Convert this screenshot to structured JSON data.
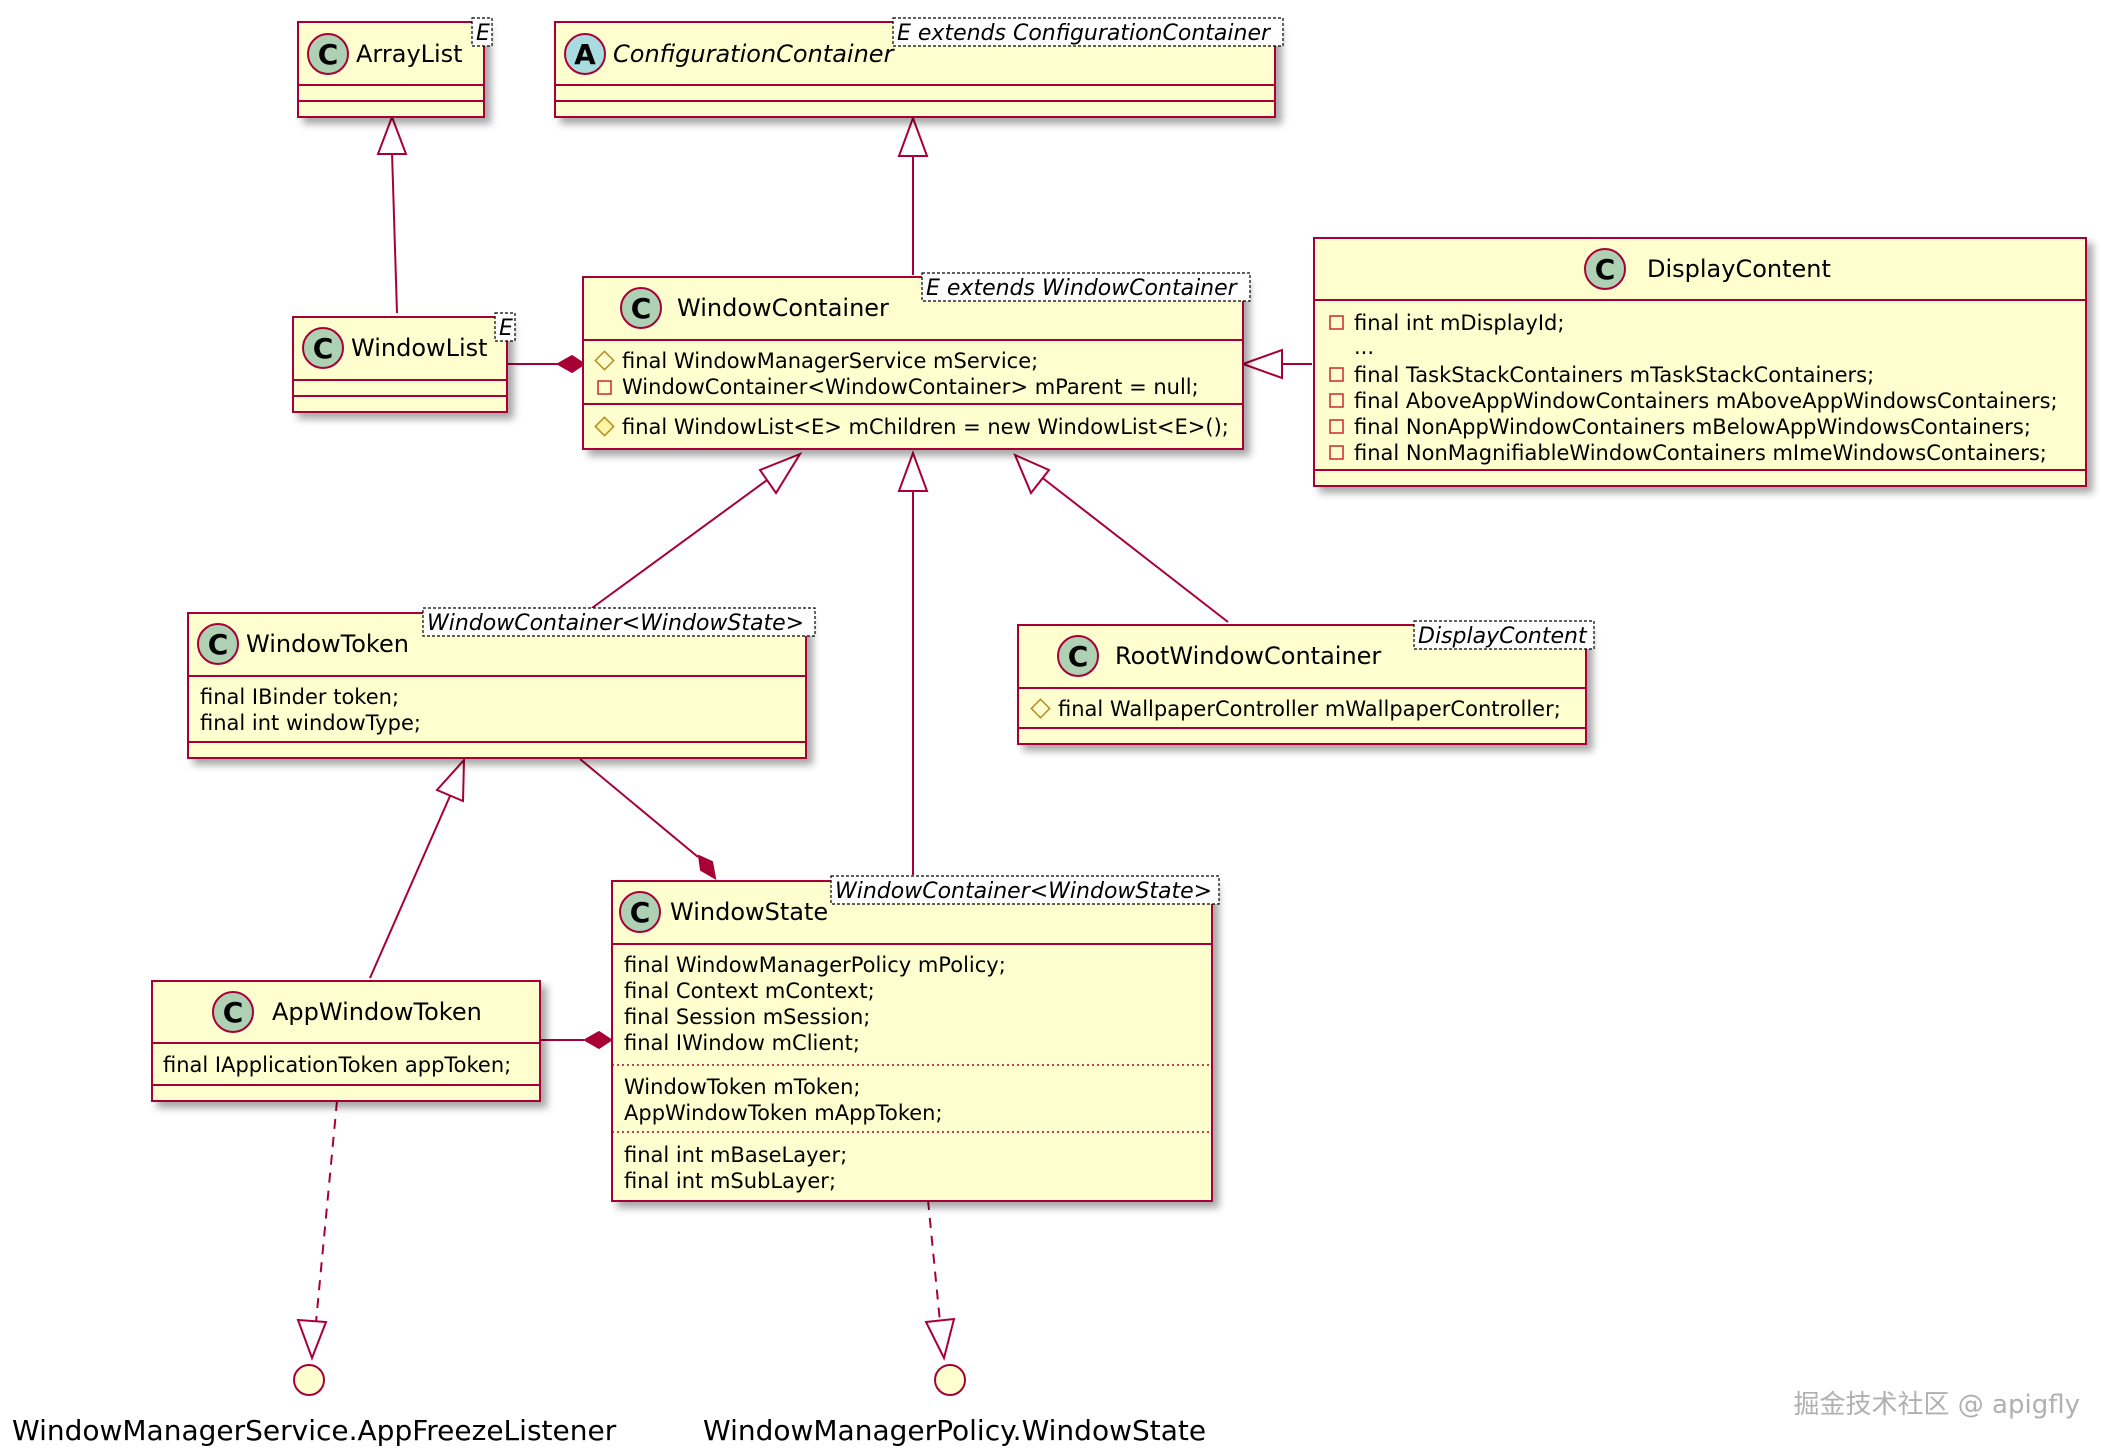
{
  "classes": {
    "arraylist": {
      "name": "ArrayList",
      "template": "E",
      "stereo": "C"
    },
    "configurationcontainer": {
      "name": "ConfigurationContainer",
      "template": "E extends ConfigurationContainer",
      "stereo": "A"
    },
    "windowlist": {
      "name": "WindowList",
      "template": "E",
      "stereo": "C"
    },
    "windowcontainer": {
      "name": "WindowContainer",
      "template": "E extends WindowContainer",
      "stereo": "C",
      "fields": [
        "final WindowManagerService mService;",
        "WindowContainer<WindowContainer> mParent = null;"
      ],
      "methods": [
        "final WindowList<E> mChildren = new WindowList<E>();"
      ]
    },
    "displaycontent": {
      "name": "DisplayContent",
      "stereo": "C",
      "fields": [
        "final int mDisplayId;",
        "...",
        "final TaskStackContainers mTaskStackContainers;",
        "final AboveAppWindowContainers mAboveAppWindowsContainers;",
        "final NonAppWindowContainers mBelowAppWindowsContainers;",
        "final NonMagnifiableWindowContainers mImeWindowsContainers;"
      ]
    },
    "windowtoken": {
      "name": "WindowToken",
      "template": "WindowContainer<WindowState>",
      "stereo": "C",
      "fields": [
        "final IBinder token;",
        "final int windowType;"
      ]
    },
    "rootwindowcontainer": {
      "name": "RootWindowContainer",
      "template": "DisplayContent",
      "stereo": "C",
      "fields": [
        "final WallpaperController mWallpaperController;"
      ]
    },
    "appwindowtoken": {
      "name": "AppWindowToken",
      "stereo": "C",
      "fields": [
        "final IApplicationToken appToken;"
      ]
    },
    "windowstate": {
      "name": "WindowState",
      "template": "WindowContainer<WindowState>",
      "stereo": "C",
      "fields": [
        "final WindowManagerPolicy mPolicy;",
        "final Context mContext;",
        "final Session mSession;",
        "final IWindow mClient;",
        "WindowToken mToken;",
        "AppWindowToken mAppToken;",
        "final int mBaseLayer;",
        "final int mSubLayer;"
      ]
    }
  },
  "interfaces": {
    "appfreeze": "WindowManagerService.AppFreezeListener",
    "policy_windowstate": "WindowManagerPolicy.WindowState"
  },
  "watermark": "掘金技术社区 @ apigfly",
  "colors": {
    "box_fill": "#fefece",
    "border": "#a80036",
    "stereo_circle": "#add1b2",
    "abstract_circle": "#a9dcdf",
    "protected_icon": "#b38d22",
    "private_icon": "#c82930"
  }
}
